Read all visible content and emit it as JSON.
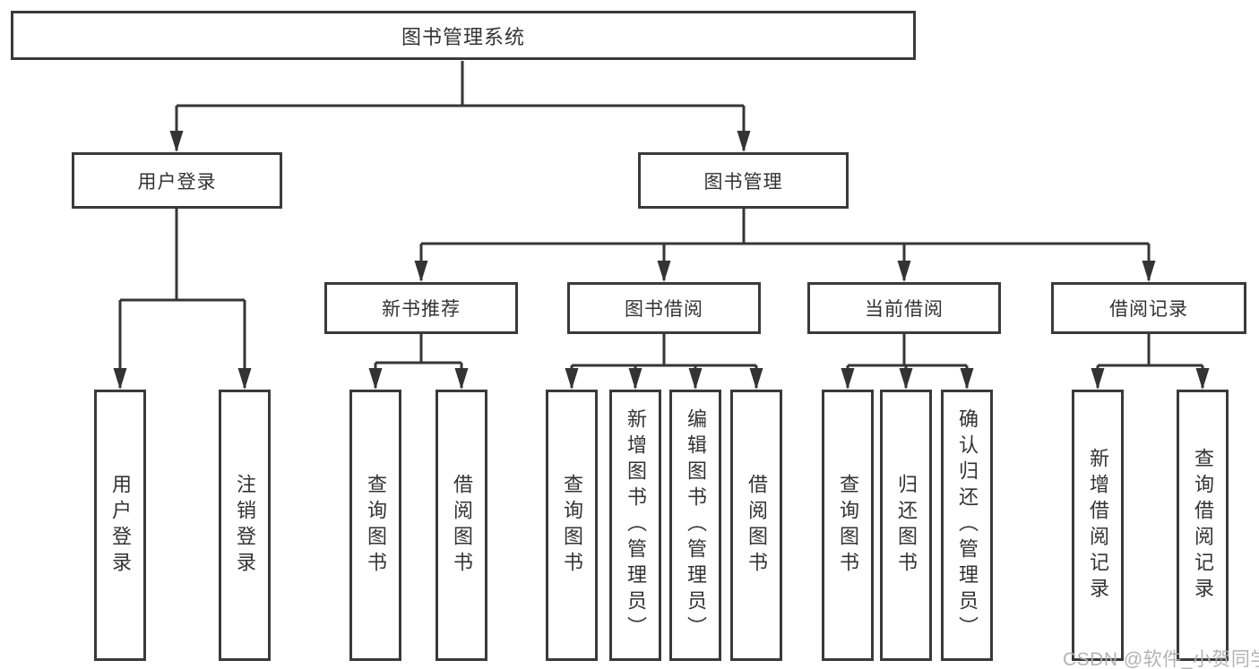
{
  "tree": {
    "root": {
      "label": "图书管理系统",
      "children": [
        {
          "label": "用户登录",
          "children": [
            {
              "label": "用户登录"
            },
            {
              "label": "注销登录"
            }
          ]
        },
        {
          "label": "图书管理",
          "children": [
            {
              "label": "新书推荐",
              "children": [
                {
                  "label": "查询图书"
                },
                {
                  "label": "借阅图书"
                }
              ]
            },
            {
              "label": "图书借阅",
              "children": [
                {
                  "label": "查询图书"
                },
                {
                  "label": "新增图书（管理员）"
                },
                {
                  "label": "编辑图书（管理员）"
                },
                {
                  "label": "借阅图书"
                }
              ]
            },
            {
              "label": "当前借阅",
              "children": [
                {
                  "label": "查询图书"
                },
                {
                  "label": "归还图书"
                },
                {
                  "label": "确认归还（管理员）"
                }
              ]
            },
            {
              "label": "借阅记录",
              "children": [
                {
                  "label": "新增借阅记录"
                },
                {
                  "label": "查询借阅记录"
                }
              ]
            }
          ]
        }
      ]
    }
  },
  "watermark": {
    "text": "CSDN @软件_小贺同学"
  },
  "colors": {
    "line": "#363636",
    "border": "#3a3a3a",
    "text": "#333333",
    "background": "#ffffff",
    "watermark": "#afafaf"
  }
}
